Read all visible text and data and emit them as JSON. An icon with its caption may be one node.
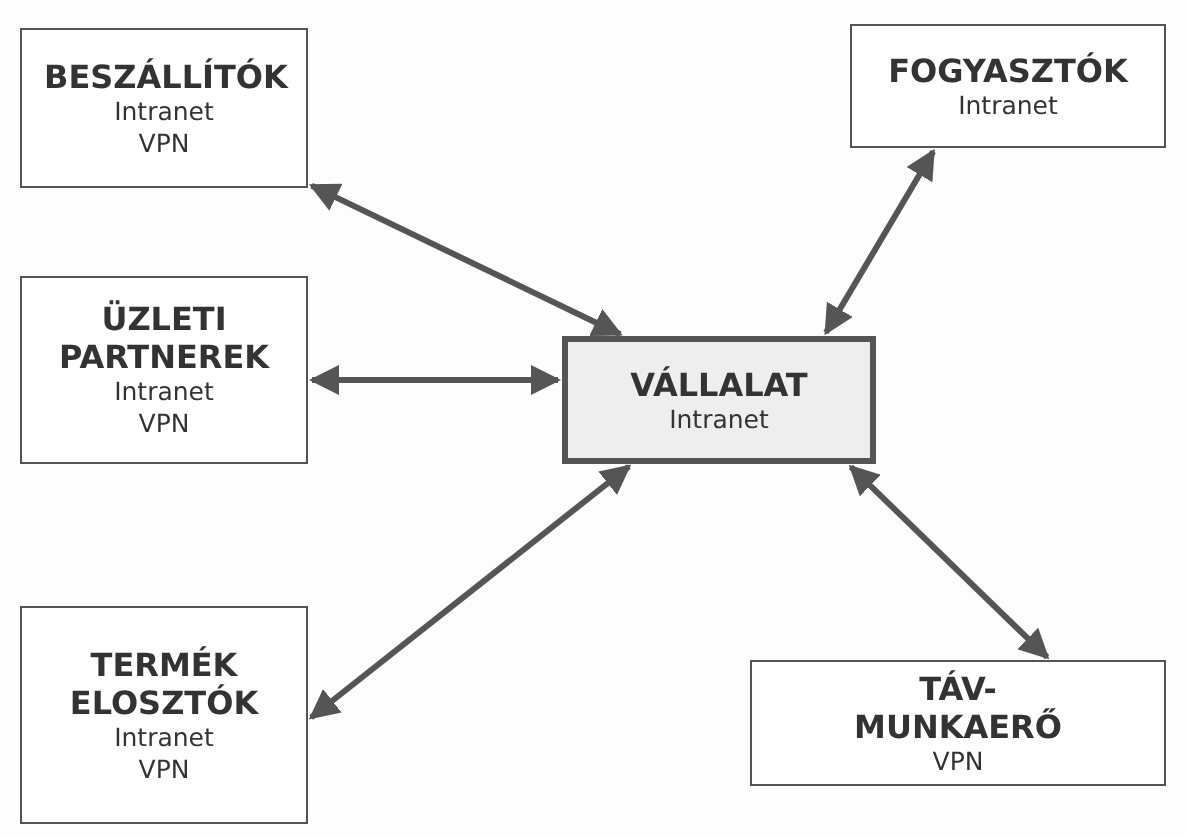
{
  "diagram": {
    "nodes": [
      {
        "text": [
          "BESZÁLLÍTÓK",
          "Intranet",
          "VPN"
        ]
      },
      {
        "text": [
          "FOGYASZTÓK",
          "Intranet"
        ]
      },
      {
        "text": [
          "ÜZLETI PARTNEREK",
          "Intranet",
          "VPN"
        ]
      },
      {
        "text": [
          "VÁLLALAT",
          "Intranet"
        ]
      },
      {
        "text": [
          "TERMÉK ELOSZTÓK",
          "Intranet",
          "VPN"
        ]
      },
      {
        "text": [
          "TÁV-MUNKAERŐ",
          "VPN"
        ]
      }
    ],
    "edges": [
      {
        "from": 0,
        "to": 3,
        "arrow": "both"
      },
      {
        "from": 1,
        "to": 3,
        "arrow": "both"
      },
      {
        "from": 2,
        "to": 3,
        "arrow": "both"
      },
      {
        "from": 3,
        "to": 4,
        "arrow": "both"
      },
      {
        "from": 3,
        "to": 5,
        "arrow": "both"
      }
    ]
  }
}
